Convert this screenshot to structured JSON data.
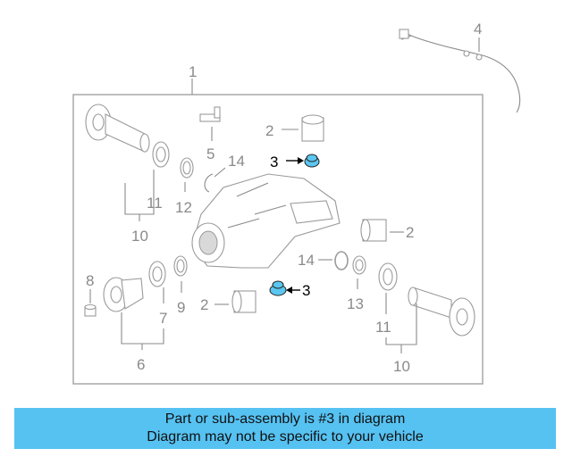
{
  "callouts": {
    "c1": "1",
    "c2a": "2",
    "c2b": "2",
    "c2c": "2",
    "c3a": "3",
    "c3b": "3",
    "c4": "4",
    "c5": "5",
    "c6": "6",
    "c7": "7",
    "c8": "8",
    "c9": "9",
    "c10a": "10",
    "c10b": "10",
    "c11a": "11",
    "c11b": "11",
    "c12": "12",
    "c13": "13",
    "c14a": "14",
    "c14b": "14"
  },
  "highlight_part": "3",
  "colors": {
    "highlight": "#5bc6ef",
    "banner": "#56c2f2",
    "line": "#9a9a9a"
  },
  "banner": {
    "line1": "Part or sub-assembly is #3 in diagram",
    "line2": "Diagram may not be specific to your vehicle"
  }
}
